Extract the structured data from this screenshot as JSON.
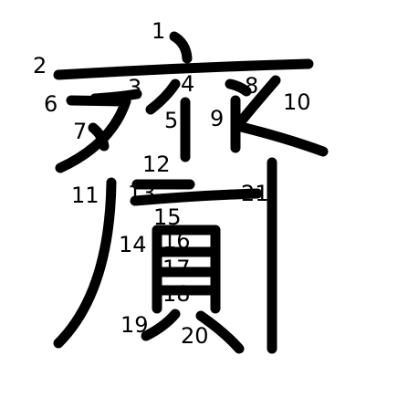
{
  "character": "齎",
  "stroke_count": 21,
  "stroke_numbers": [
    "1",
    "2",
    "3",
    "4",
    "5",
    "6",
    "7",
    "8",
    "9",
    "10",
    "11",
    "12",
    "13",
    "14",
    "15",
    "16",
    "17",
    "18",
    "19",
    "20",
    "21"
  ],
  "colors": {
    "ink": "#000000",
    "background": "#ffffff"
  }
}
